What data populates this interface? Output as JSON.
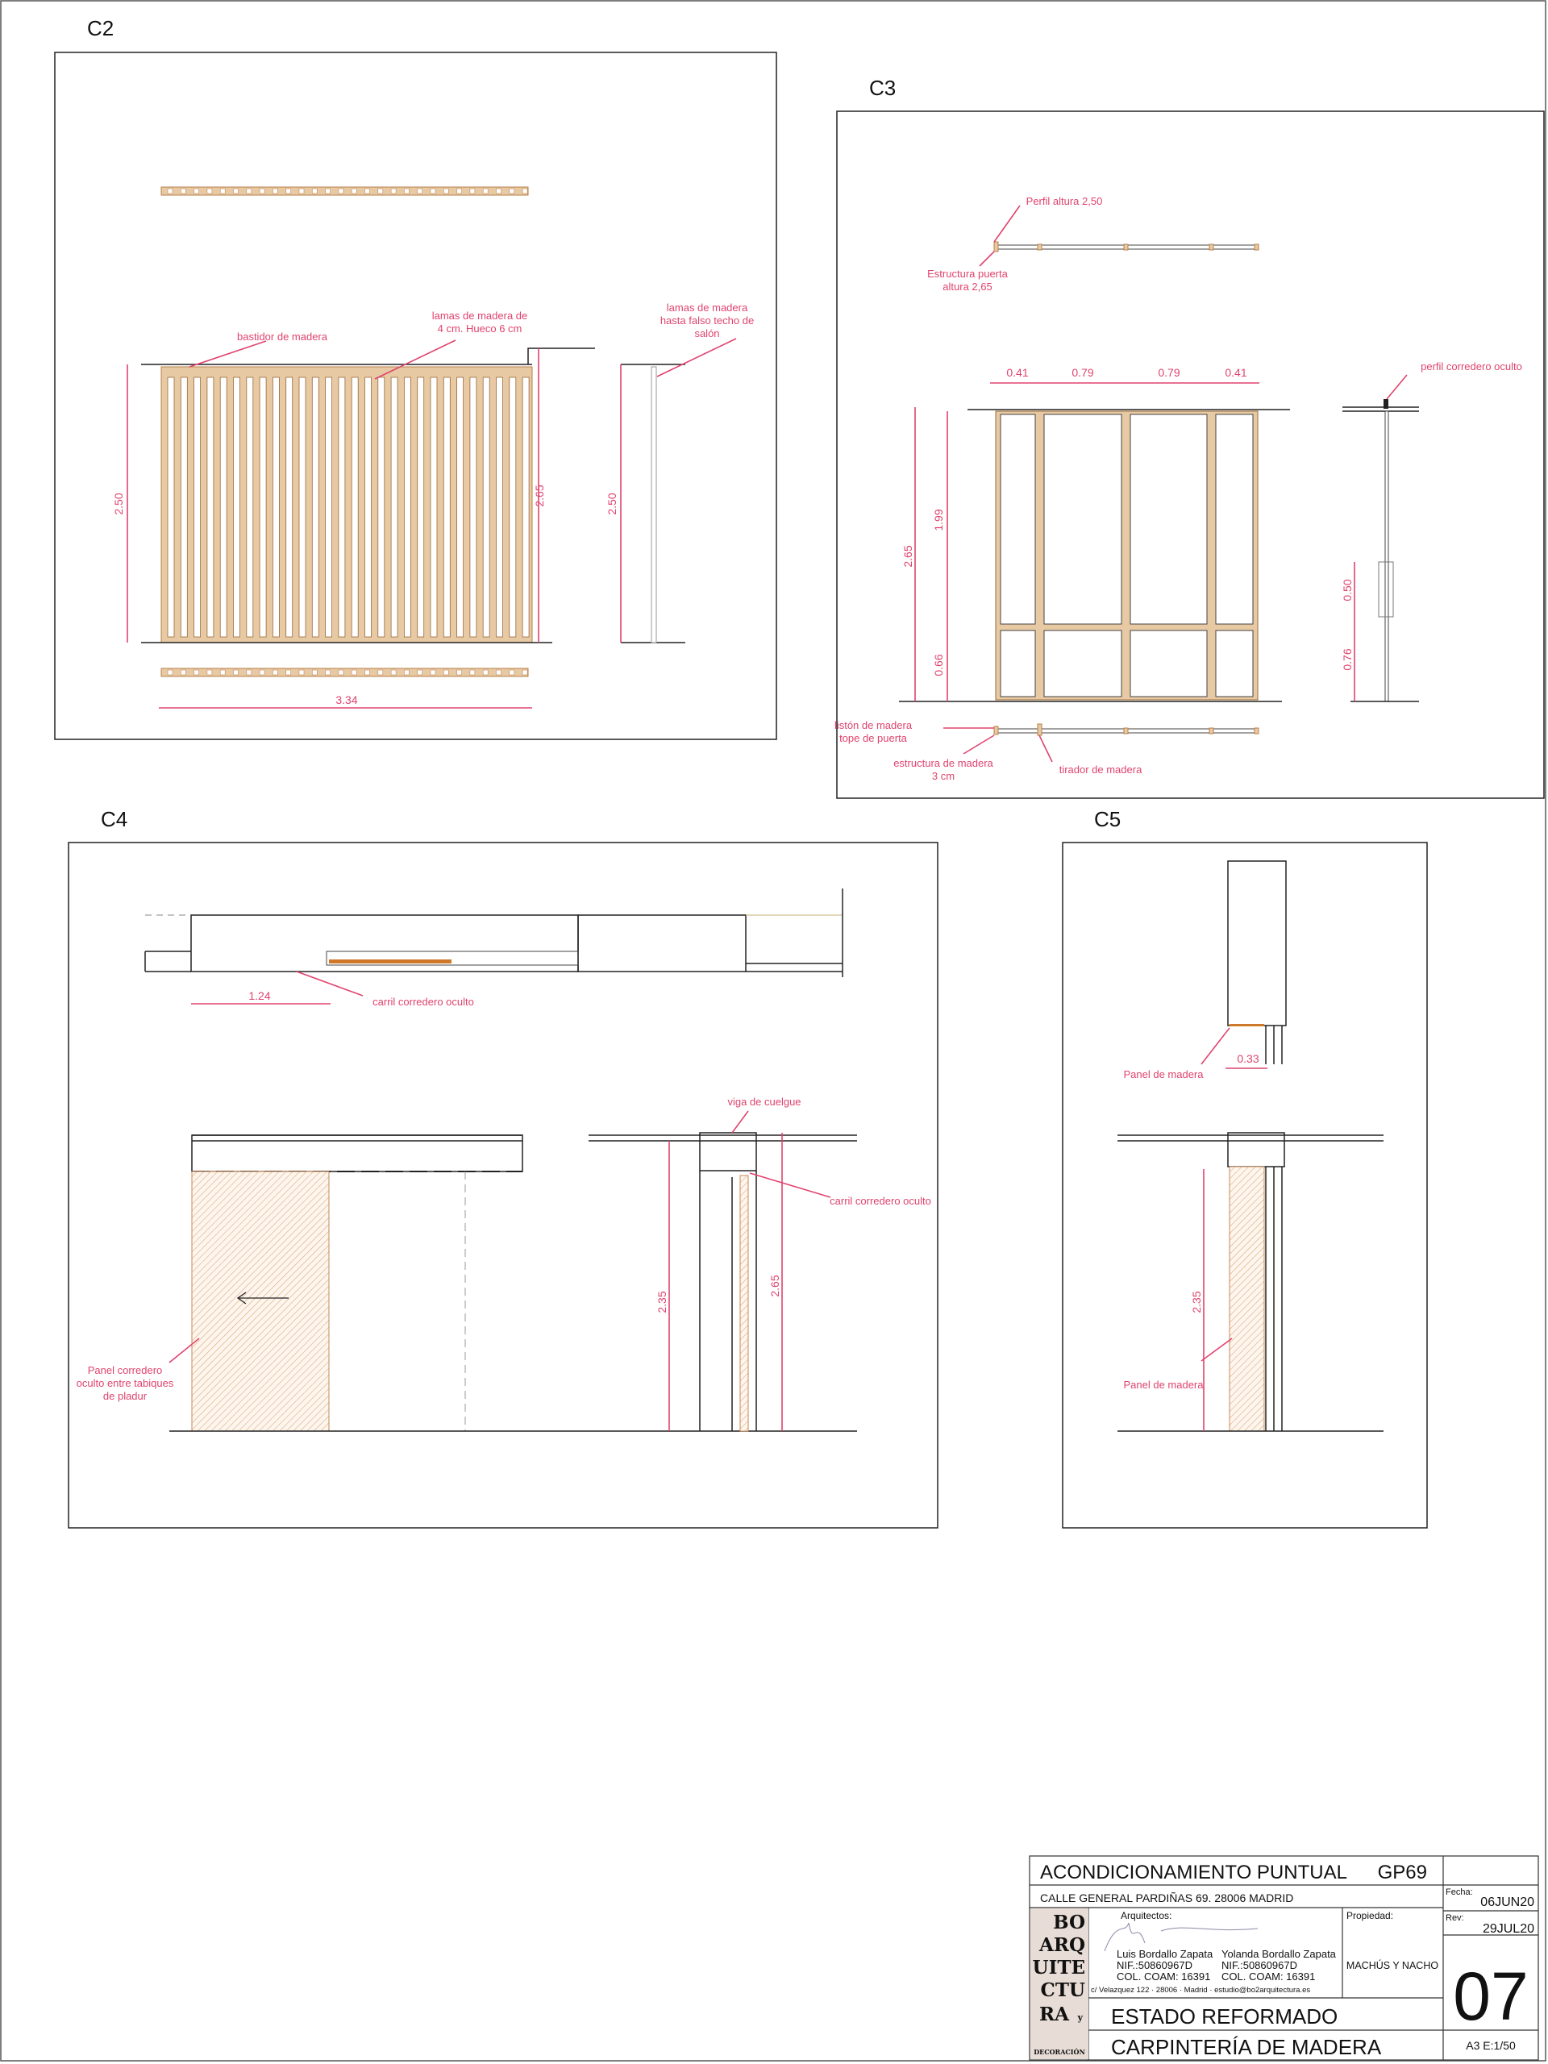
{
  "sections": {
    "c2": {
      "title": "C2",
      "labels": {
        "bastidor": "bastidor de madera",
        "lamas_1": "lamas de madera de",
        "lamas_2": "4 cm. Hueco 6 cm",
        "falso_1": "lamas de madera",
        "falso_2": "hasta falso techo de",
        "falso_3": "salón"
      },
      "dims": {
        "height_left": "2.50",
        "height_right": "2.65",
        "width": "3.34",
        "section_height": "2.50"
      }
    },
    "c3": {
      "title": "C3",
      "labels": {
        "perfil": "Perfil altura 2,50",
        "estructura_1": "Estructura puerta",
        "estructura_2": "altura 2,65",
        "perfil_corredero": "perfil corredero oculto",
        "liston_1": "listón de madera",
        "liston_2": "tope de puerta",
        "estr_madera_1": "estructura de madera",
        "estr_madera_2": "3 cm",
        "tirador": "tirador de madera"
      },
      "dims": {
        "w1": "0.41",
        "w2": "0.79",
        "w3": "0.79",
        "w4": "0.41",
        "h_total": "2.65",
        "h_upper": "1.99",
        "h_lower": "0.66",
        "side_upper": "0.50",
        "side_lower": "0.76"
      }
    },
    "c4": {
      "title": "C4",
      "labels": {
        "carril_plan": "carril corredero oculto",
        "panel_1": "Panel corredero",
        "panel_2": "oculto entre tabiques",
        "panel_3": "de pladur",
        "viga": "viga de cuelgue",
        "carril_section": "carril corredero oculto"
      },
      "dims": {
        "plan_width": "1.24",
        "h_inner": "2.35",
        "h_outer": "2.65"
      }
    },
    "c5": {
      "title": "C5",
      "labels": {
        "panel_plan": "Panel de madera",
        "panel_elev": "Panel de madera"
      },
      "dims": {
        "plan_width": "0.33",
        "height": "2.35"
      }
    }
  },
  "title_block": {
    "project": "ACONDICIONAMIENTO PUNTUAL",
    "code": "GP69",
    "address": "CALLE GENERAL PARDIÑAS 69.  28006 MADRID",
    "fecha_label": "Fecha:",
    "fecha": "06JUN20",
    "rev_label": "Rev:",
    "rev": "29JUL20",
    "arquitectos_label": "Arquitectos:",
    "architects": [
      {
        "name": "Luis Bordallo Zapata",
        "nif": "NIF.:50860967D",
        "col": "COL. COAM: 16391"
      },
      {
        "name": "Yolanda Bordallo Zapata",
        "nif": "NIF.:50860967D",
        "col": "COL. COAM: 16391"
      }
    ],
    "studio_address": "c/ Velazquez 122 · 28006 · Madrid · estudio@bo2arquitectura.es",
    "propiedad_label": "Propiedad:",
    "propiedad": "MACHÚS Y NACHO",
    "sheet_number": "07",
    "state": "ESTADO REFORMADO",
    "sheet_title": "CARPINTERÍA DE MADERA",
    "format_scale": "A3 E:1/50",
    "logo_text": [
      "BO",
      "ARQ",
      "UITE",
      "CTU",
      "RA",
      "y",
      "DECORACIÓN"
    ]
  }
}
